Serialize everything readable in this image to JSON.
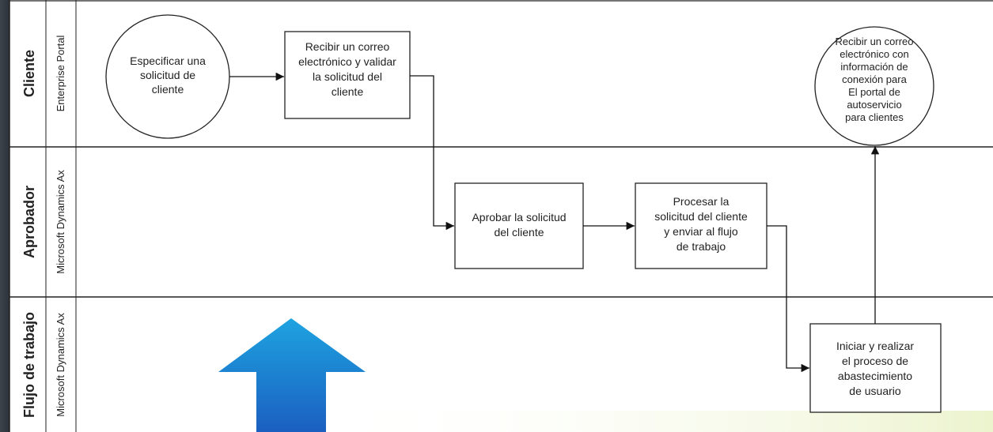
{
  "lanes": [
    {
      "title": "Cliente",
      "system": "Enterprise Portal"
    },
    {
      "title": "Aprobador",
      "system": "Microsoft Dynamics Ax"
    },
    {
      "title": "Flujo de trabajo",
      "system": "Microsoft Dynamics Ax"
    }
  ],
  "nodes": {
    "specify": [
      "Especificar una",
      "solicitud de",
      "cliente"
    ],
    "receive_validate": [
      "Recibir un correo",
      "electrónico y validar",
      "la solicitud del",
      "cliente"
    ],
    "approve": [
      "Aprobar la solicitud",
      "del cliente"
    ],
    "process": [
      "Procesar la",
      "solicitud del cliente",
      "y enviar al flujo",
      "de trabajo"
    ],
    "provision": [
      "Iniciar y realizar",
      "el proceso de",
      "abastecimiento",
      "de usuario"
    ],
    "receive_info": [
      "Recibir un correo",
      "electrónico con",
      "información de",
      "conexión para",
      "El portal de",
      "autoservicio",
      "para clientes"
    ]
  },
  "colors": {
    "frame_bg": "#2d3239",
    "lane_bg": "#ffffff",
    "border": "#222222",
    "arrow_top": "#1ea3e0",
    "arrow_bottom": "#1b5fc0"
  }
}
